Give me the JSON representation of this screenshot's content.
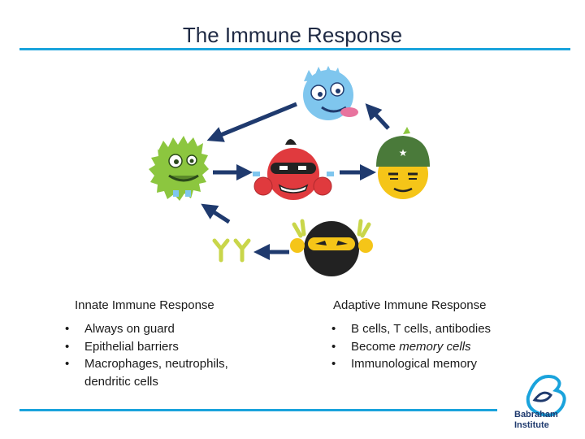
{
  "title": "The Immune Response",
  "innate": {
    "heading": "Innate Immune Response",
    "bullets": [
      "Always on guard",
      "Epithelial barriers",
      "Macrophages, neutrophils,",
      "dendritic cells"
    ]
  },
  "adaptive": {
    "heading": "Adaptive Immune Response",
    "bullets": [
      {
        "pre": "B cells, T cells, antibodies",
        "em": "",
        "post": ""
      },
      {
        "pre": "Become ",
        "em": "memory cells",
        "post": ""
      },
      {
        "pre": "Immunological memory",
        "em": "",
        "post": ""
      }
    ]
  },
  "logo": {
    "line1": "Babraham",
    "line2": "Institute"
  },
  "colors": {
    "accent": "#1aa3dc",
    "arrow": "#1f3a6e",
    "green_monster": "#8cc63f",
    "blue_face": "#7fc6ee",
    "red_face": "#e03a3e",
    "yellow_face": "#f5c518",
    "black_face": "#222222"
  }
}
